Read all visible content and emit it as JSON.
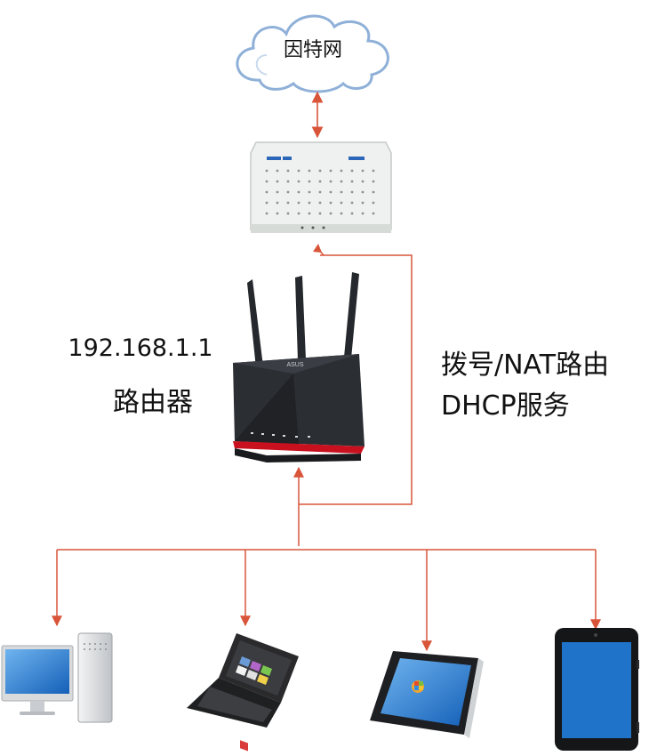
{
  "cloud": {
    "label": "因特网"
  },
  "router": {
    "ip": "192.168.1.1",
    "name": "路由器",
    "brand": "ASUS"
  },
  "modem_functions": {
    "line1": "拨号/NAT路由",
    "line2": "DHCP服务"
  },
  "colors": {
    "connector": "#d9553a",
    "cloud_stroke": "#8fb0d8",
    "router_body": "#2b2e33",
    "router_accent": "#c8101e",
    "modem_body": "#eef1ef",
    "screen_blue": "#1f73c9"
  },
  "icons": {
    "cloud": "cloud-icon",
    "modem": "modem-icon",
    "router": "wifi-router-icon",
    "desktop": "desktop-computer-icon",
    "laptop": "laptop-icon",
    "tablet_landscape": "windows-tablet-icon",
    "tablet_portrait": "tablet-icon"
  }
}
